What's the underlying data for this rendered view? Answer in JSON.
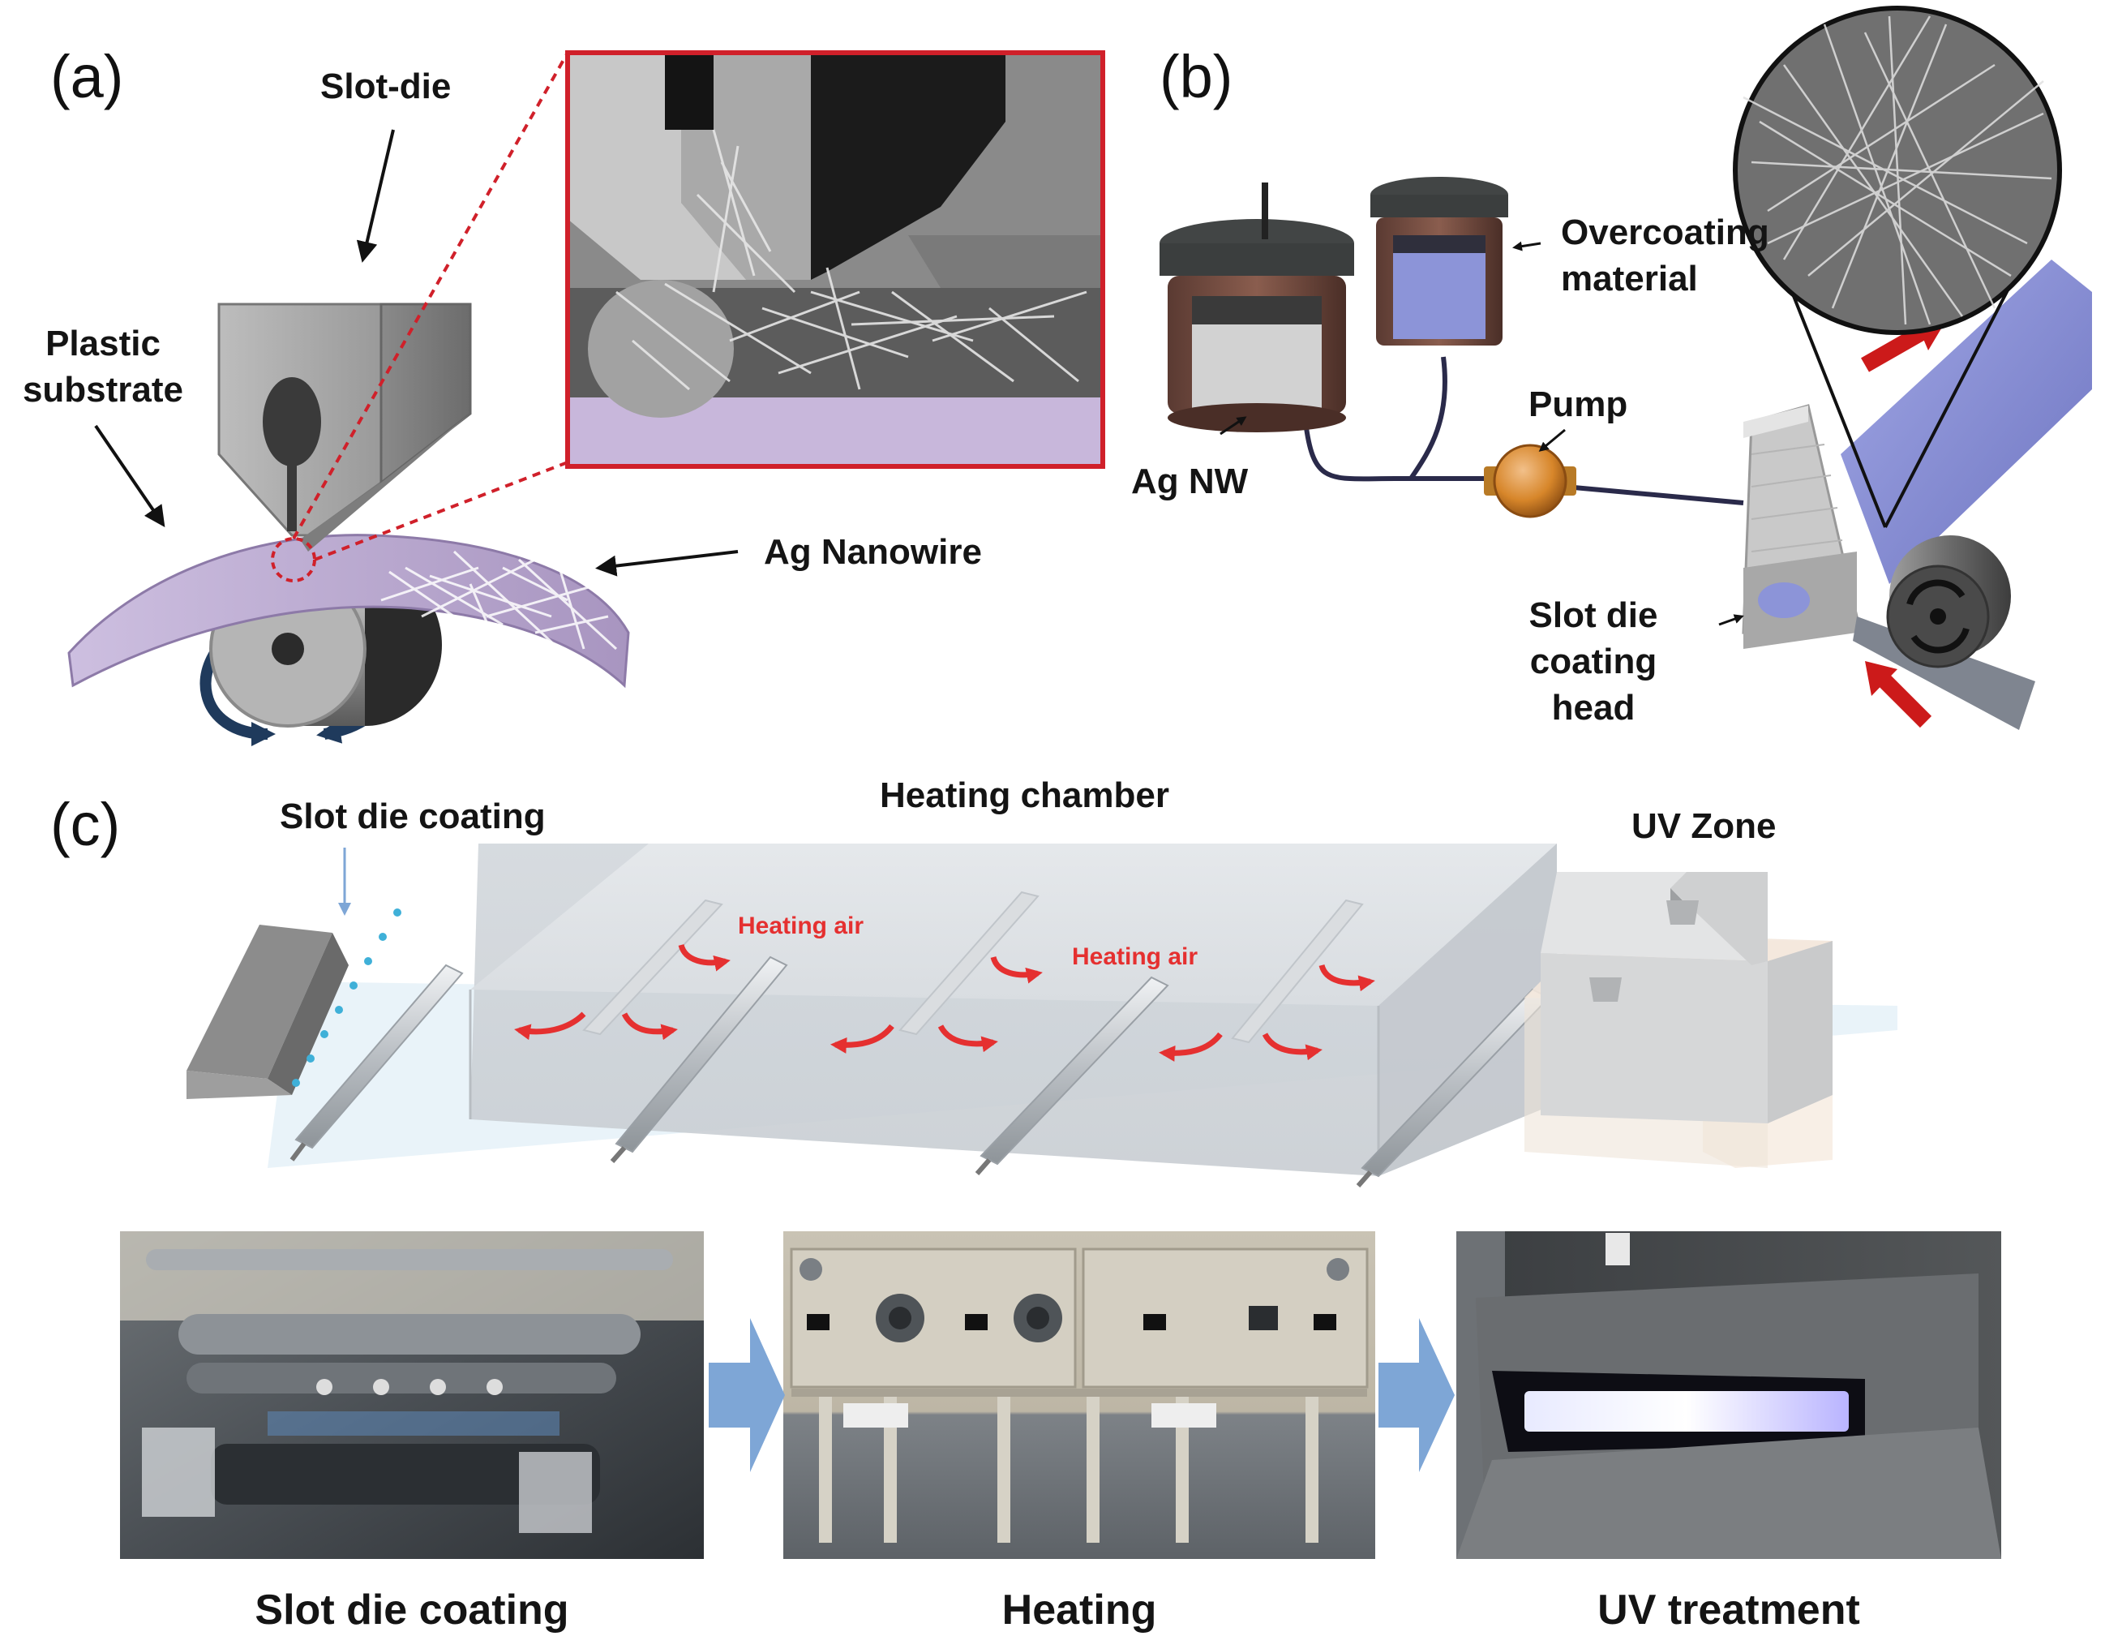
{
  "panels": {
    "a": {
      "letter": "(a)",
      "labels": {
        "slot_die": "Slot-die",
        "plastic_substrate_line1": "Plastic",
        "plastic_substrate_line2": "substrate",
        "ag_nanowire": "Ag Nanowire"
      }
    },
    "b": {
      "letter": "(b)",
      "labels": {
        "overcoating_line1": "Overcoating",
        "overcoating_line2": "material",
        "pump": "Pump",
        "ag_nw": "Ag NW",
        "slot_die_head_line1": "Slot die",
        "slot_die_head_line2": "coating",
        "slot_die_head_line3": "head"
      }
    },
    "c": {
      "letter": "(c)",
      "labels": {
        "slot_die_coating": "Slot die coating",
        "heating_chamber": "Heating chamber",
        "uv_zone": "UV Zone",
        "heating_air_1": "Heating air",
        "heating_air_2": "Heating air"
      },
      "photo_captions": [
        "Slot die coating",
        "Heating",
        "UV treatment"
      ]
    }
  },
  "colors": {
    "zoom_frame": "#d0202a",
    "heating_arrow": "#e53030",
    "substrate_purple": "#b8a4c8",
    "overcoat_blue": "#8c94d8",
    "flow_arrow": "#cc1a1a",
    "process_arrow": "#7ea6d6",
    "rotation_arrow": "#1f3a5c",
    "pump_orange": "#d7862a"
  }
}
